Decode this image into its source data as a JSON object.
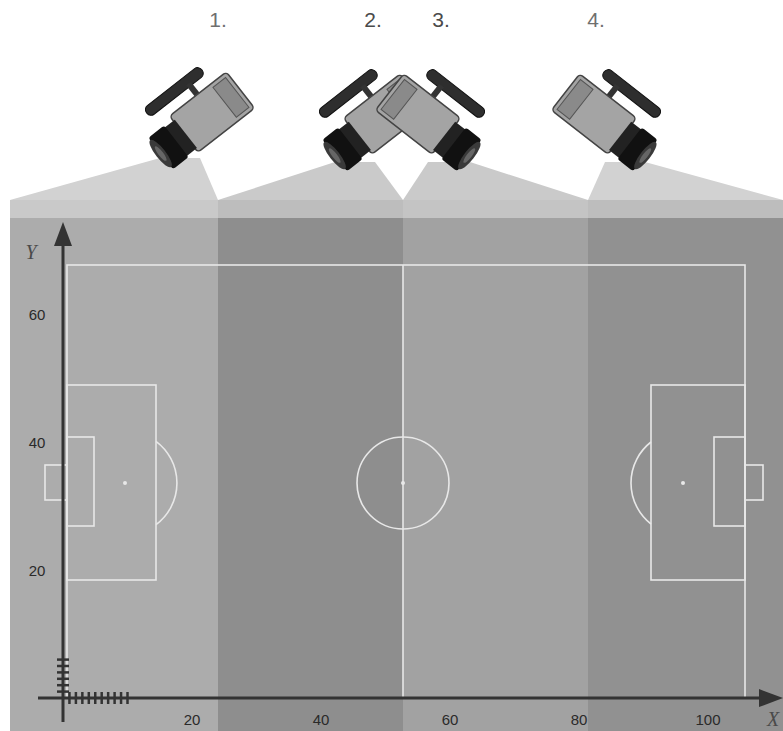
{
  "diagram": {
    "labels": [
      "1.",
      "2.",
      "3.",
      "4.",
      "Y",
      "60",
      "40",
      "20",
      "20",
      "40",
      "60",
      "80",
      "100",
      "X"
    ]
  }
}
